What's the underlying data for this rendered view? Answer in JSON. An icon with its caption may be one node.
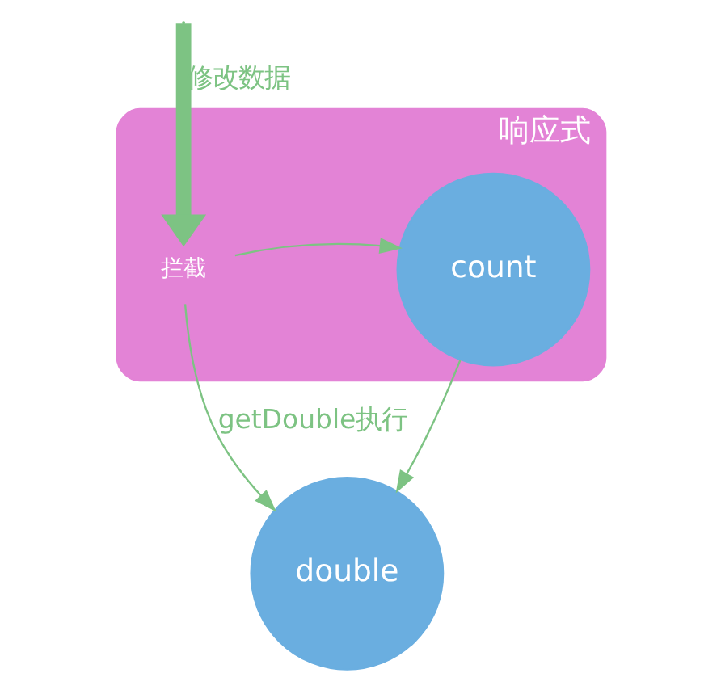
{
  "diagram": {
    "nodes": [
      {
        "text": [
          "响应式"
        ]
      },
      {
        "text": [
          "count"
        ],
        "in": 0
      },
      {
        "text": [
          "拦截"
        ],
        "in": 0
      },
      {
        "text": [
          "double"
        ]
      }
    ],
    "edges": [
      {
        "from": null,
        "to": 2,
        "arrow": "to",
        "label": "修改数据",
        "style": "thick"
      },
      {
        "from": 2,
        "to": 1,
        "arrow": "to"
      },
      {
        "from": 1,
        "to": 3,
        "arrow": "to"
      },
      {
        "from": 2,
        "to": 3,
        "arrow": "to",
        "label": "getDouble执行"
      }
    ]
  }
}
